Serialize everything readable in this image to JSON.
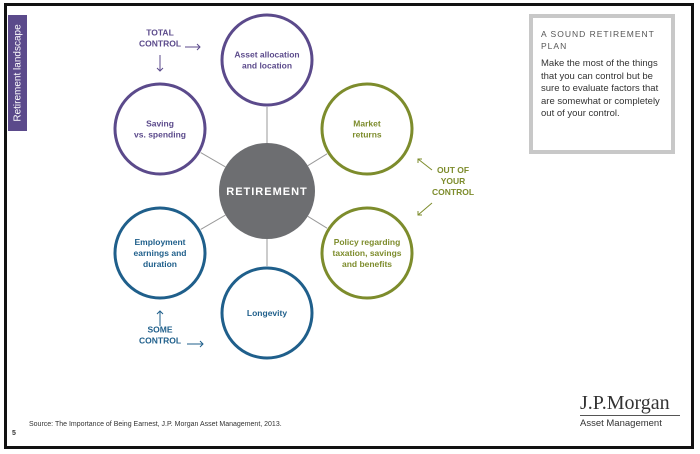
{
  "side_tab": {
    "label": "Retirement landscape"
  },
  "diagram": {
    "center": {
      "label": "RETIREMENT"
    },
    "nodes": [
      {
        "lines": [
          "Asset allocation",
          "and location"
        ],
        "color": "#5b4a8b"
      },
      {
        "lines": [
          "Market",
          "returns"
        ],
        "color": "#7d8c2c"
      },
      {
        "lines": [
          "Policy regarding",
          "taxation, savings",
          "and benefits"
        ],
        "color": "#7d8c2c"
      },
      {
        "lines": [
          "Longevity"
        ],
        "color": "#1f5f8b"
      },
      {
        "lines": [
          "Employment",
          "earnings and",
          "duration"
        ],
        "color": "#1f5f8b"
      },
      {
        "lines": [
          "Saving",
          "vs. spending"
        ],
        "color": "#5b4a8b"
      }
    ],
    "labels": [
      {
        "lines": [
          "TOTAL",
          "CONTROL"
        ],
        "color": "#5b4a8b"
      },
      {
        "lines": [
          "OUT OF",
          "YOUR",
          "CONTROL"
        ],
        "color": "#7d8c2c"
      },
      {
        "lines": [
          "SOME",
          "CONTROL"
        ],
        "color": "#1f5f8b"
      }
    ]
  },
  "callout": {
    "title": "A SOUND RETIREMENT PLAN",
    "body": "Make the most of the things that you can control but be sure to evaluate factors that are somewhat or completely out of your control."
  },
  "source": "Source: The Importance of Being Earnest, J.P. Morgan Asset Management, 2013.",
  "page_number": "5",
  "logo": {
    "name": "J.P.Morgan",
    "sub": "Asset Management"
  }
}
